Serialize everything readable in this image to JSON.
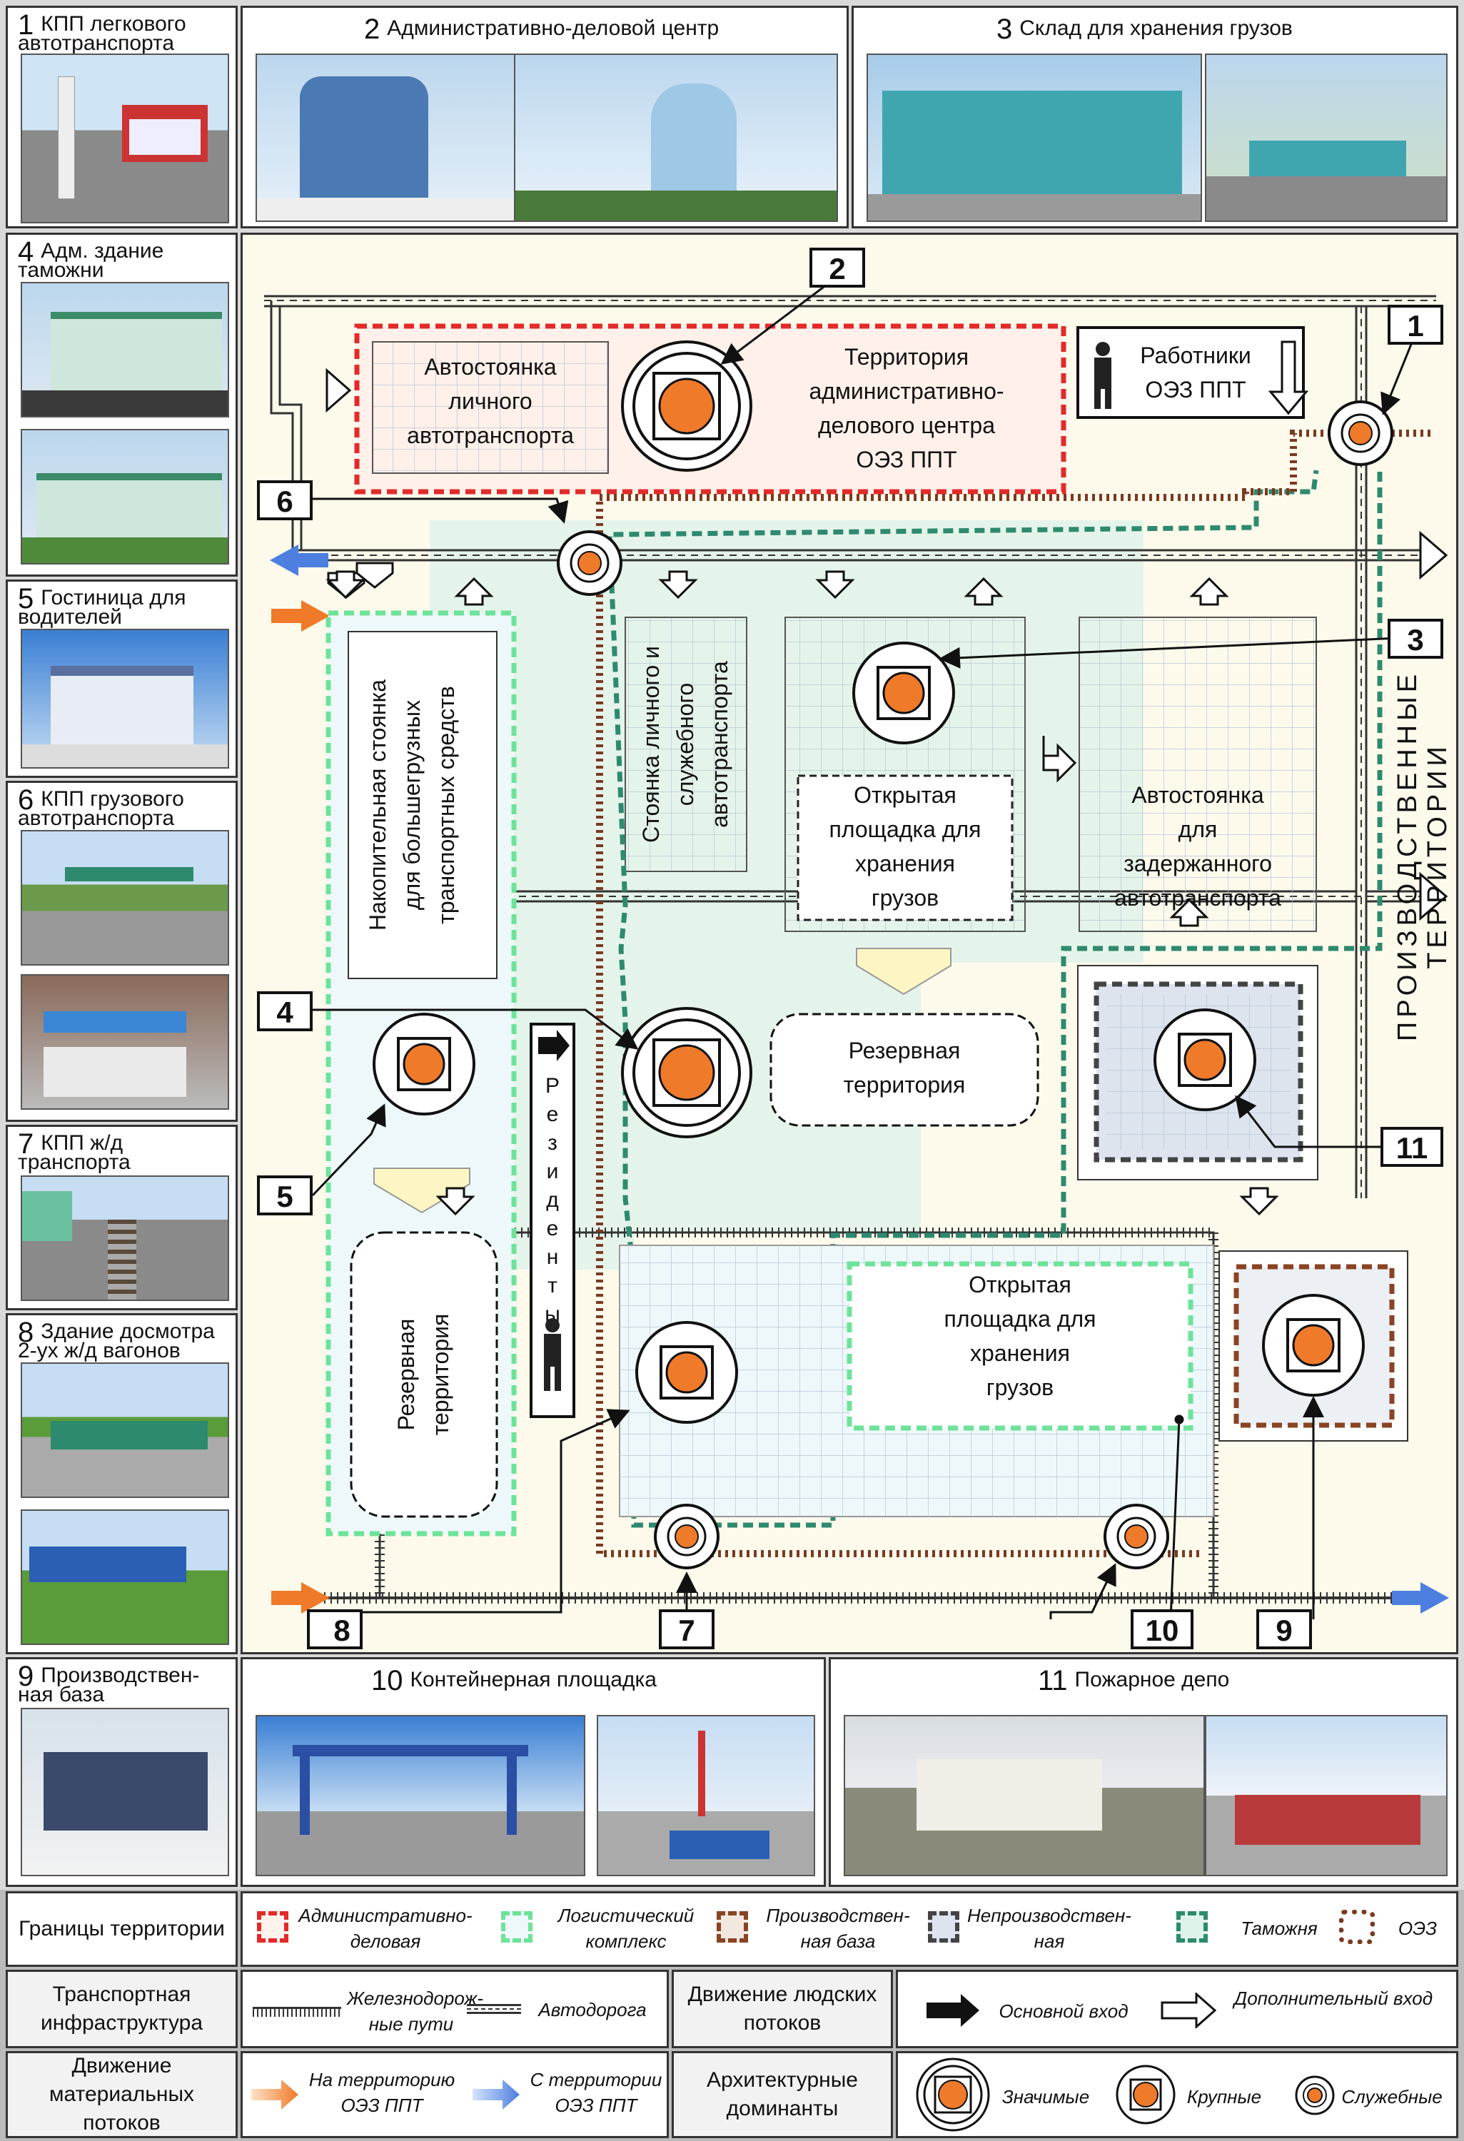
{
  "panels": {
    "p1": {
      "num": "1",
      "title": "КПП легкового автотранспорта"
    },
    "p2": {
      "num": "2",
      "title": "Административно-деловой центр"
    },
    "p3": {
      "num": "3",
      "title": "Склад для хранения грузов"
    },
    "p4": {
      "num": "4",
      "title": "Адм. здание таможни"
    },
    "p5": {
      "num": "5",
      "title": "Гостиница для водителей"
    },
    "p6": {
      "num": "6",
      "title": "КПП грузового автотранспорта"
    },
    "p7": {
      "num": "7",
      "title": "КПП ж/д транспорта"
    },
    "p8": {
      "num": "8",
      "title": "Здание досмотра 2-ух ж/д вагонов"
    },
    "p9": {
      "num": "9",
      "title": "Производствен-ная база"
    },
    "p10": {
      "num": "10",
      "title": "Контейнерная площадка"
    },
    "p11": {
      "num": "11",
      "title": "Пожарное депо"
    }
  },
  "map": {
    "parking_personal": "Автостоянка личного автотранспорта",
    "admin_territory": "Территория административно-делового центра ОЭЗ ППТ",
    "workers": "Работники ОЭЗ ППТ",
    "accumulation_parking": "Накопительная стоянка для большегрузных транспортных средств",
    "staff_parking": "Стоянка личного и служебного автотранспорта",
    "open_storage_1": "Открытая площадка для хранения грузов",
    "detained_parking": "Автостоянка для задержанного автотранспорта",
    "reserve_1": "Резервная территория",
    "reserve_2": "Резервная территория",
    "residents": "Резиденты",
    "open_storage_2": "Открытая площадка для хранения грузов",
    "production": "Производственные территории",
    "callouts": [
      "1",
      "2",
      "3",
      "4",
      "5",
      "6",
      "7",
      "8",
      "9",
      "10",
      "11"
    ]
  },
  "legend": {
    "borders_label": "Границы территории",
    "borders": [
      {
        "label": "Административно-деловая",
        "color": "#e32a2a"
      },
      {
        "label": "Логистический комплекс",
        "color": "#6de39a"
      },
      {
        "label": "Производствен-ная база",
        "color": "#8a4424"
      },
      {
        "label": "Непроизводствен-ная",
        "color": "#444444"
      },
      {
        "label": "Таможня",
        "color": "#2e8a6e"
      },
      {
        "label": "ОЭЗ",
        "color": "#7a3a22"
      }
    ],
    "transport_label": "Транспортная инфраструктура",
    "railway": "Железнодорож-ные пути",
    "road": "Автодорога",
    "people_label": "Движение людских потоков",
    "main_entry": "Основной вход",
    "extra_entry": "Дополнительный вход",
    "materials_label": "Движение материальных потоков",
    "to_territory": "На территорию ОЭЗ ППТ",
    "from_territory": "С территории ОЭЗ ППТ",
    "dominants_label": "Архитектурные доминанты",
    "significant": "Значимые",
    "large": "Крупные",
    "service": "Служебные"
  },
  "colors": {
    "admin": "#e32a2a",
    "logistics": "#6de39a",
    "production": "#8a4424",
    "nonproduction": "#444444",
    "customs": "#2e8a6e",
    "oez": "#7a3a22",
    "dominant_fill": "#ef7a2a",
    "map_bg": "#fdfaec"
  }
}
